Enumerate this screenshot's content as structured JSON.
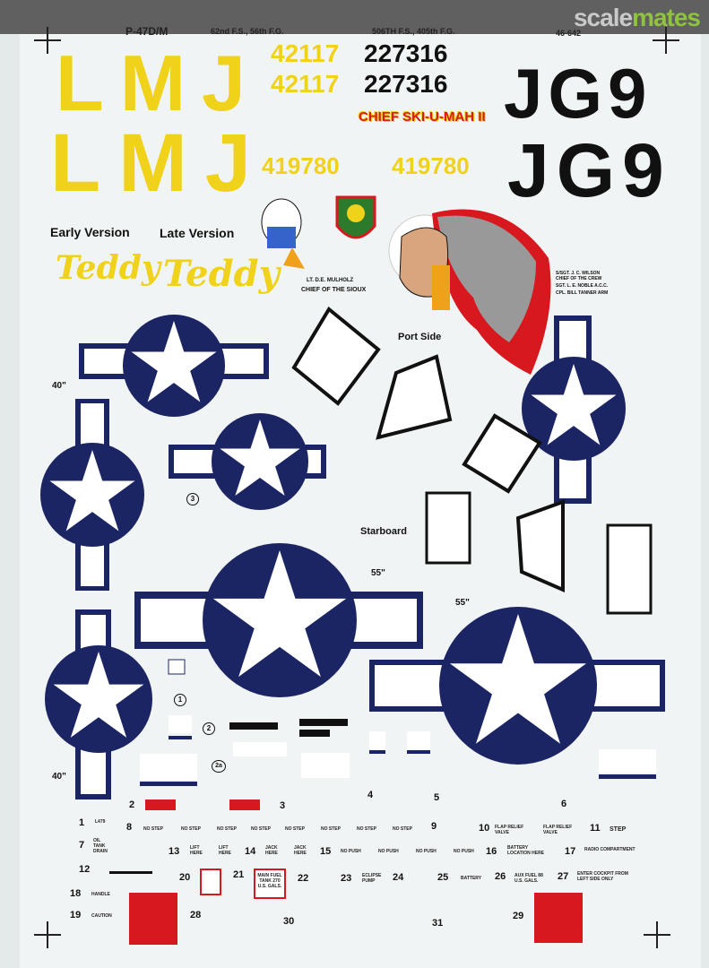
{
  "site": {
    "logo_part1": "scale",
    "logo_part2": "mates"
  },
  "header": {
    "aircraft": "P-47D/M",
    "unit1": "62nd F.S., 56th F.G.",
    "unit2": "506TH F.S., 405th F.G.",
    "code": "46-642"
  },
  "codes": {
    "lmj": "LMJ",
    "jg9": "JG9",
    "serial1": "42117",
    "serial2": "227316",
    "serial3": "419780",
    "nose_art_name": "CHIEF SKI-U-MAH II"
  },
  "versions": {
    "early": "Early Version",
    "late": "Late Version",
    "name": "Teddy"
  },
  "captions": {
    "pilot": "LT. D.E. MULHOLZ",
    "chief": "CHIEF OF THE SIOUX",
    "port": "Port Side",
    "starboard": "Starboard",
    "dim40a": "40\"",
    "dim40b": "40\"",
    "dim55a": "55\"",
    "dim55b": "55\""
  },
  "crew": {
    "line1": "S/SGT. J. C. WILSON",
    "line2": "CHIEF OF THE CREW",
    "line3": "SGT. L. E. NOBLE A.C.C.",
    "line4": "CPL. BILL TANNER ARM"
  },
  "stencils": {
    "no_step": "NO STEP",
    "flap_relief": "FLAP RELIEF VALVE",
    "step": "STEP",
    "lift_here": "LIFT HERE",
    "jack_here": "JACK HERE",
    "no_push": "NO PUSH",
    "battery_location": "BATTERY LOCATION HERE",
    "radio": "RADIO COMPARTMENT",
    "main_fuel": "MAIN FUEL TANK 270 U.S. GALS.",
    "handle": "HANDLE",
    "caution": "CAUTION",
    "battery": "BATTERY",
    "eclipse_pump": "ECLIPSE PUMP",
    "aux_fuel": "AUX FUEL 88 U.S. GALS.",
    "enter_cockpit": "ENTER COCKPIT FROM LEFT SIDE ONLY",
    "oil": "OIL TANK DRAIN",
    "l479": "L479"
  },
  "numbers": [
    "1",
    "2",
    "3",
    "4",
    "5",
    "6",
    "7",
    "8",
    "9",
    "10",
    "11",
    "12",
    "13",
    "14",
    "15",
    "16",
    "17",
    "18",
    "19",
    "20",
    "21",
    "22",
    "23",
    "24",
    "25",
    "26",
    "27",
    "28",
    "29",
    "30",
    "31"
  ],
  "circled": [
    "1",
    "2",
    "2a",
    "3"
  ],
  "colors": {
    "yellow": "#f0d21a",
    "navy": "#1c2563",
    "red": "#d7191f",
    "black": "#111111",
    "white": "#ffffff"
  }
}
